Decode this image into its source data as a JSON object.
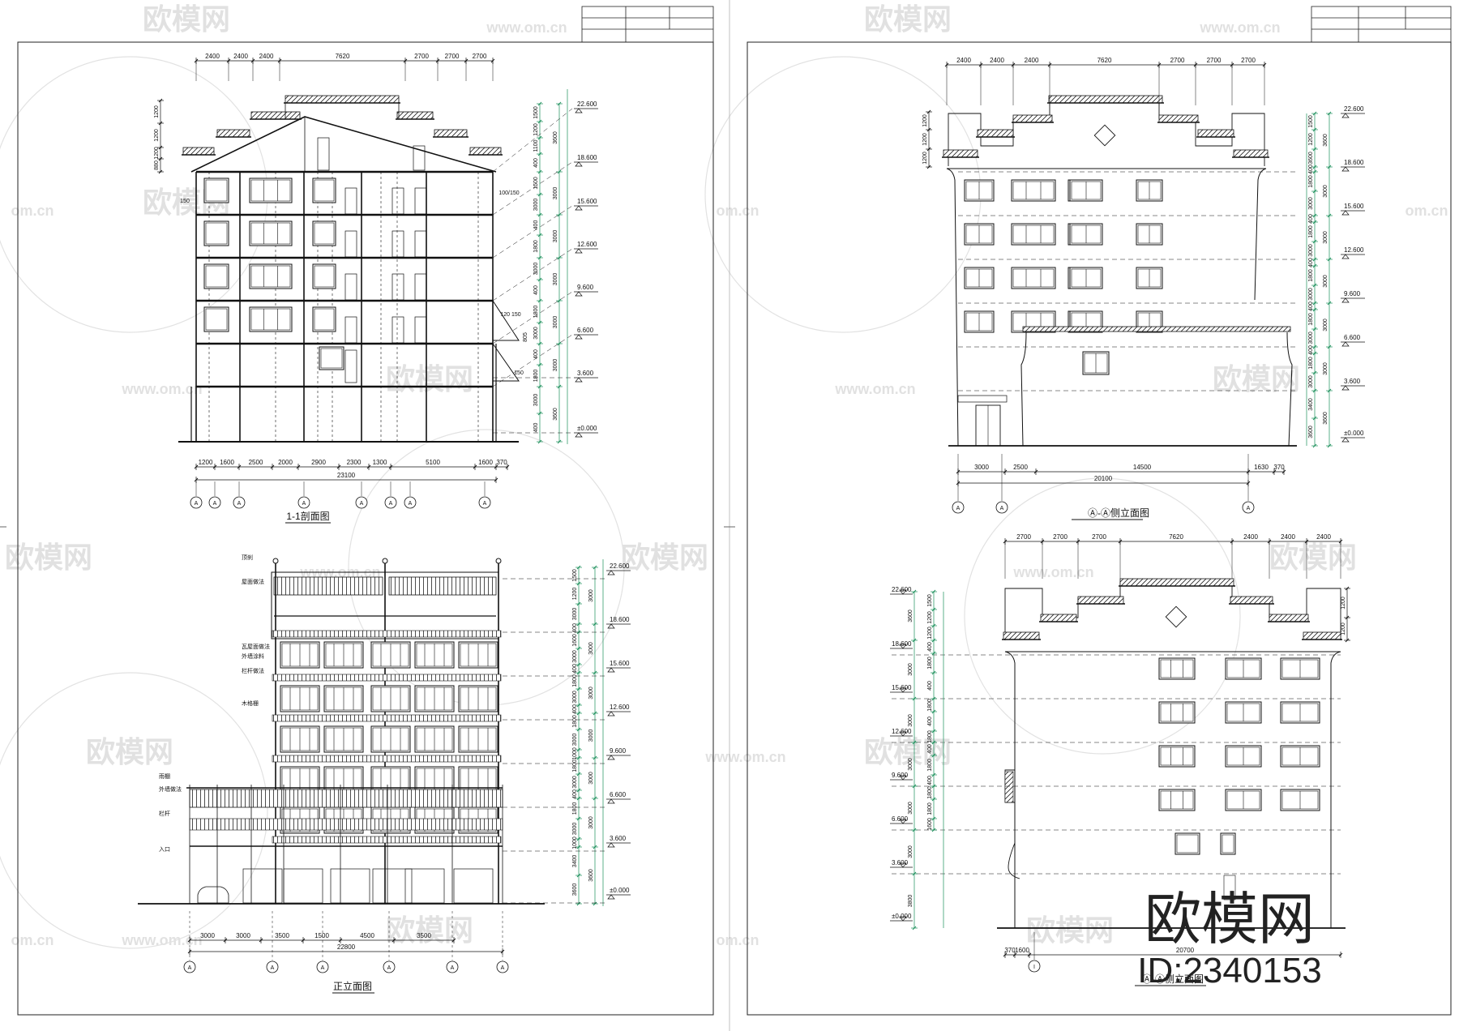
{
  "watermark": {
    "text": "欧模网",
    "url": "www.om.cn",
    "short": "om.cn"
  },
  "brand": {
    "name": "欧模网",
    "id": "ID:2340153"
  },
  "bubble_letter": "A",
  "bubble_letter_alt": "I",
  "drawings": {
    "section": {
      "title": "1-1剖面图",
      "top_dims": [
        "2400",
        "2400",
        "2400",
        "7620",
        "2700",
        "2700",
        "2700"
      ],
      "bottom_dims": [
        "1200",
        "1600",
        "2500",
        "2000",
        "2900",
        "2300",
        "1300",
        "5100",
        "1600",
        "370"
      ],
      "total": "23100",
      "levels": [
        "22.600",
        "18.600",
        "15.600",
        "12.600",
        "9.600",
        "6.600",
        "3.600",
        "±0.000"
      ],
      "right_dims": [
        "1500",
        "1200",
        "1100",
        "400",
        "1500",
        "3000",
        "400",
        "1800",
        "3000",
        "400",
        "1800",
        "3000",
        "400",
        "1800",
        "3000",
        "400",
        "1800",
        "3000",
        "600",
        "2400",
        "3600"
      ],
      "left_dims": [
        "1200",
        "1200",
        "1200",
        "880"
      ],
      "notes": [
        "150",
        "100",
        "150",
        "150",
        "120",
        "150",
        "805",
        "150"
      ]
    },
    "front": {
      "title": "正立面图",
      "bottom_dims": [
        "3000",
        "3000",
        "3500",
        "1500",
        "4500",
        "3500"
      ],
      "total": "22800",
      "levels": [
        "22.600",
        "18.600",
        "15.600",
        "12.600",
        "9.600",
        "6.600",
        "3.600",
        "±0.000"
      ],
      "right_dims": [
        "1500",
        "1200",
        "3000",
        "400",
        "1600",
        "3000",
        "400",
        "1800",
        "3000",
        "400",
        "1800",
        "3000",
        "1000",
        "1800",
        "3000",
        "400",
        "1800",
        "3000",
        "1000",
        "3400",
        "3600"
      ],
      "notes": [
        "顶刹",
        "屋面做法",
        "瓦屋面做法",
        "外墙涂料",
        "栏杆做法",
        "木格栅",
        "雨棚",
        "外墙做法",
        "栏杆",
        "入口"
      ]
    },
    "side_a": {
      "title": "Ⓐ-Ⓐ侧立面图",
      "top_dims": [
        "2400",
        "2400",
        "2400",
        "7620",
        "2700",
        "2700",
        "2700"
      ],
      "bottom_dims": [
        "3000",
        "2500",
        "14500",
        "1630",
        "370"
      ],
      "total": "20100",
      "levels": [
        "22.600",
        "18.600",
        "15.600",
        "12.600",
        "9.600",
        "6.600",
        "3.600",
        "±0.000"
      ],
      "left_dims": [
        "1200",
        "1200",
        "1200"
      ],
      "right_dims": [
        "1500",
        "1200",
        "3600",
        "400",
        "1800",
        "3000",
        "400",
        "1800",
        "3000",
        "400",
        "1800",
        "3000",
        "400",
        "1800",
        "3000",
        "400",
        "1800",
        "3000",
        "3400",
        "3600"
      ]
    },
    "side_b": {
      "title": "Ⓐ-Ⓐ侧立面图",
      "top_dims": [
        "2700",
        "2700",
        "2700",
        "7620",
        "2400",
        "2400",
        "2400"
      ],
      "bottom_dims": [
        "370",
        "1600",
        "20700"
      ],
      "levels": [
        "22.600",
        "18.600",
        "15.600",
        "12.600",
        "9.600",
        "6.600",
        "3.600",
        "±0.000"
      ],
      "left_dims": [
        "3600",
        "3000",
        "3000",
        "3000",
        "3000",
        "3000",
        "3800"
      ],
      "left_dims2": [
        "1500",
        "1200",
        "1200",
        "400",
        "1800",
        "400",
        "1800",
        "400",
        "1800",
        "400",
        "1800",
        "400",
        "1800",
        "1800",
        "1600"
      ],
      "right_dims": [
        "1200",
        "1200"
      ]
    }
  }
}
